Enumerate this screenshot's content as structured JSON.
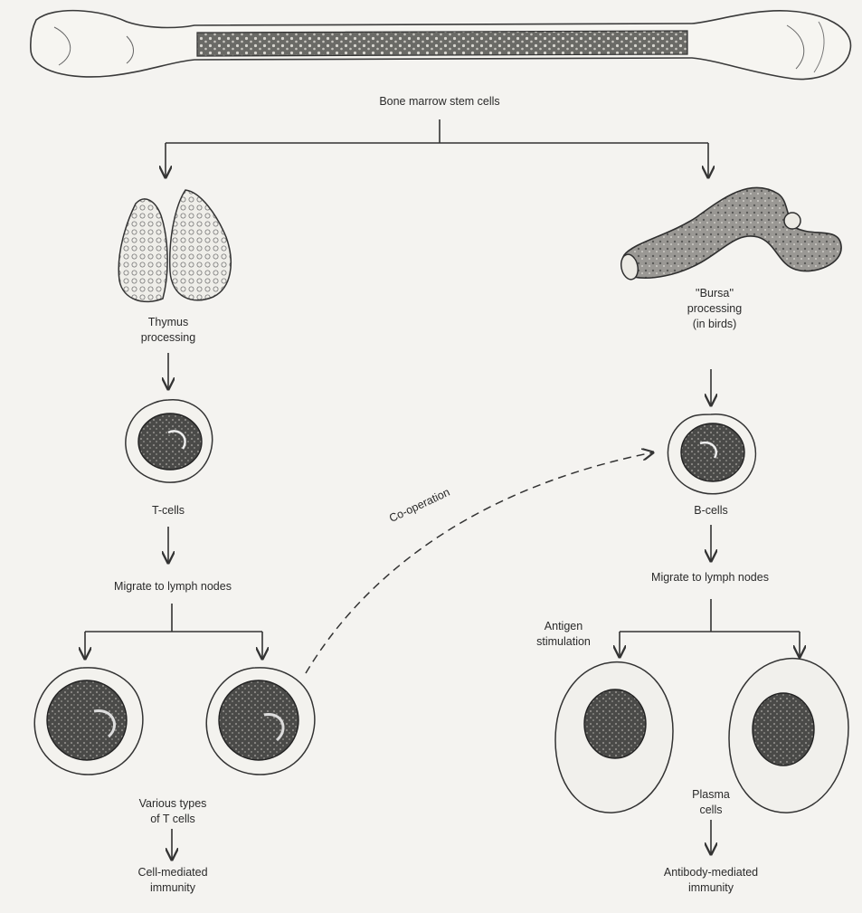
{
  "labels": {
    "bone_marrow": "Bone marrow stem cells",
    "thymus": "Thymus\nprocessing",
    "bursa": "''Bursa''\nprocessing\n(in birds)",
    "t_cells": "T-cells",
    "b_cells": "B-cells",
    "migrate_left": "Migrate to lymph nodes",
    "migrate_right": "Migrate to lymph nodes",
    "cooperation": "Co-operation",
    "antigen": "Antigen\nstimulation",
    "various_t": "Various types\nof T cells",
    "plasma": "Plasma\ncells",
    "cell_mediated": "Cell-mediated\nimmunity",
    "antibody_mediated": "Antibody-mediated\nimmunity"
  }
}
